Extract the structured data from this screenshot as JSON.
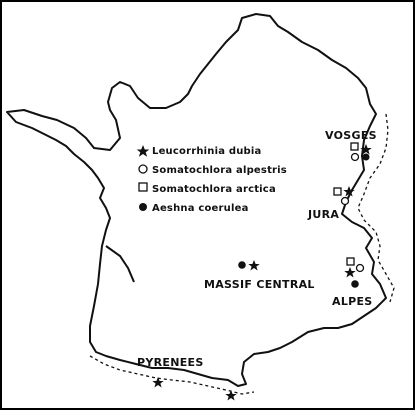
{
  "map": {
    "legend": [
      {
        "symbol": "star",
        "label": "Leucorrhinia  dubia"
      },
      {
        "symbol": "circle",
        "label": "Somatochlora  alpestris"
      },
      {
        "symbol": "square",
        "label": "Somatochlora  arctica"
      },
      {
        "symbol": "dot",
        "label": "Aeshna  coerulea"
      }
    ],
    "regions": {
      "vosges": "VOSGES",
      "jura": "JURA",
      "massif_central": "MASSIF CENTRAL",
      "alpes": "ALPES",
      "pyrenees": "PYRENEES"
    },
    "colors": {
      "ink": "#111111",
      "background": "#ffffff"
    }
  }
}
